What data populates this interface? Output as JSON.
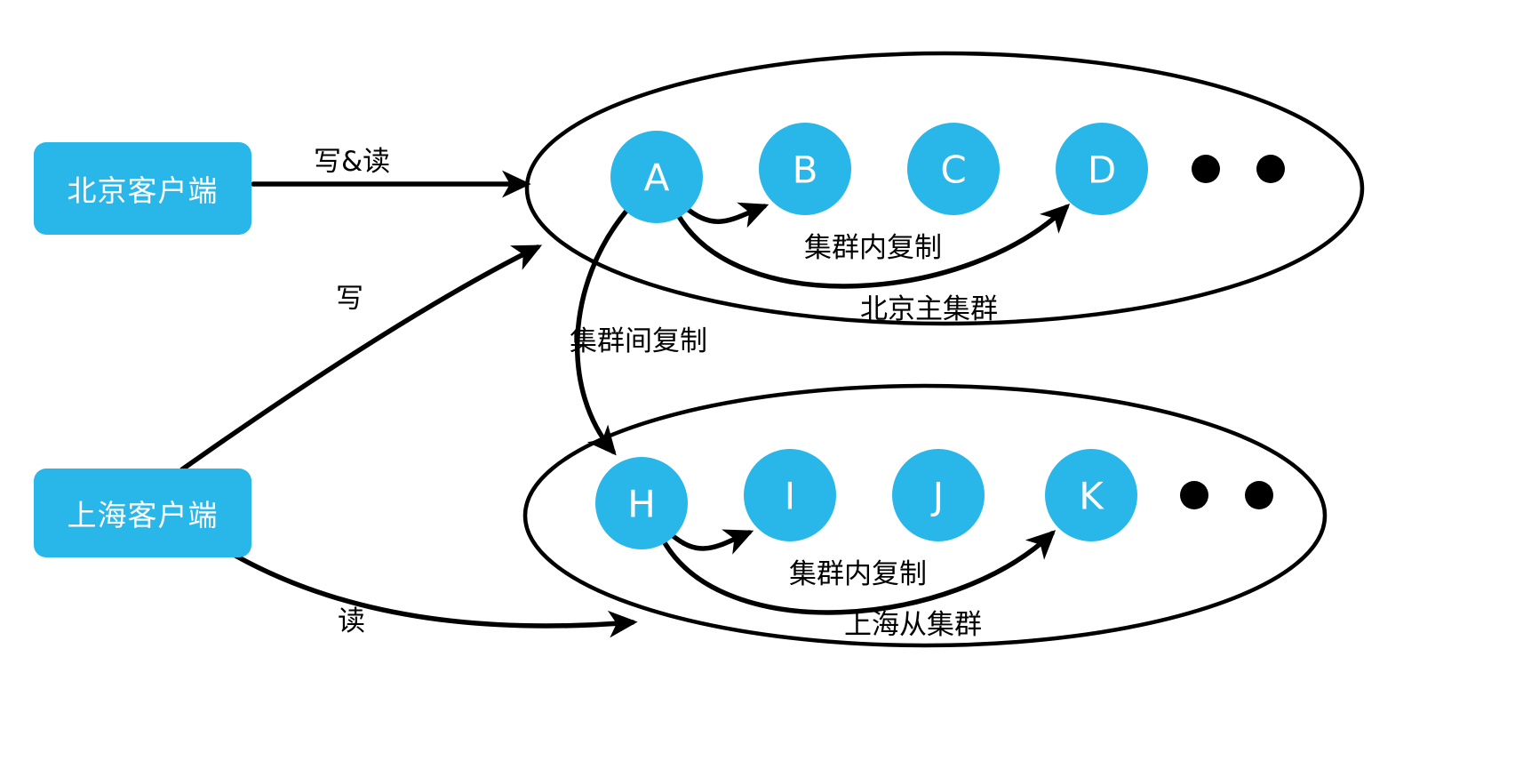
{
  "diagram": {
    "title": "",
    "colors": {
      "node_fill": "#29b6e8",
      "client_fill": "#29b6e8",
      "stroke": "#000000",
      "node_text": "#ffffff",
      "background": "#ffffff"
    },
    "clients": [
      {
        "id": "beijing-client",
        "label": "北京客户端"
      },
      {
        "id": "shanghai-client",
        "label": "上海客户端"
      }
    ],
    "clusters": [
      {
        "id": "beijing-primary-cluster",
        "label": "北京主集群",
        "nodes": [
          {
            "id": "node-a",
            "label": "A"
          },
          {
            "id": "node-b",
            "label": "B"
          },
          {
            "id": "node-c",
            "label": "C"
          },
          {
            "id": "node-d",
            "label": "D"
          }
        ],
        "ellipsis_dots": 2,
        "intra_label": "集群内复制"
      },
      {
        "id": "shanghai-secondary-cluster",
        "label": "上海从集群",
        "nodes": [
          {
            "id": "node-h",
            "label": "H"
          },
          {
            "id": "node-i",
            "label": "I"
          },
          {
            "id": "node-j",
            "label": "J"
          },
          {
            "id": "node-k",
            "label": "K"
          }
        ],
        "ellipsis_dots": 2,
        "intra_label": "集群内复制"
      }
    ],
    "edges": [
      {
        "id": "edge-write-read",
        "label": "写&读",
        "from": "beijing-client",
        "to": "beijing-primary-cluster"
      },
      {
        "id": "edge-write",
        "label": "写",
        "from": "shanghai-client",
        "to": "beijing-primary-cluster"
      },
      {
        "id": "edge-read",
        "label": "读",
        "from": "shanghai-client",
        "to": "shanghai-secondary-cluster"
      },
      {
        "id": "edge-inter-cluster",
        "label": "集群间复制",
        "from": "node-a",
        "to": "node-h"
      },
      {
        "id": "edge-intra-top-short",
        "label": "",
        "from": "node-a",
        "to": "node-b"
      },
      {
        "id": "edge-intra-top-long",
        "label": "",
        "from": "node-a",
        "to": "node-d"
      },
      {
        "id": "edge-intra-bottom-short",
        "label": "",
        "from": "node-h",
        "to": "node-i"
      },
      {
        "id": "edge-intra-bottom-long",
        "label": "",
        "from": "node-h",
        "to": "node-k"
      }
    ]
  }
}
